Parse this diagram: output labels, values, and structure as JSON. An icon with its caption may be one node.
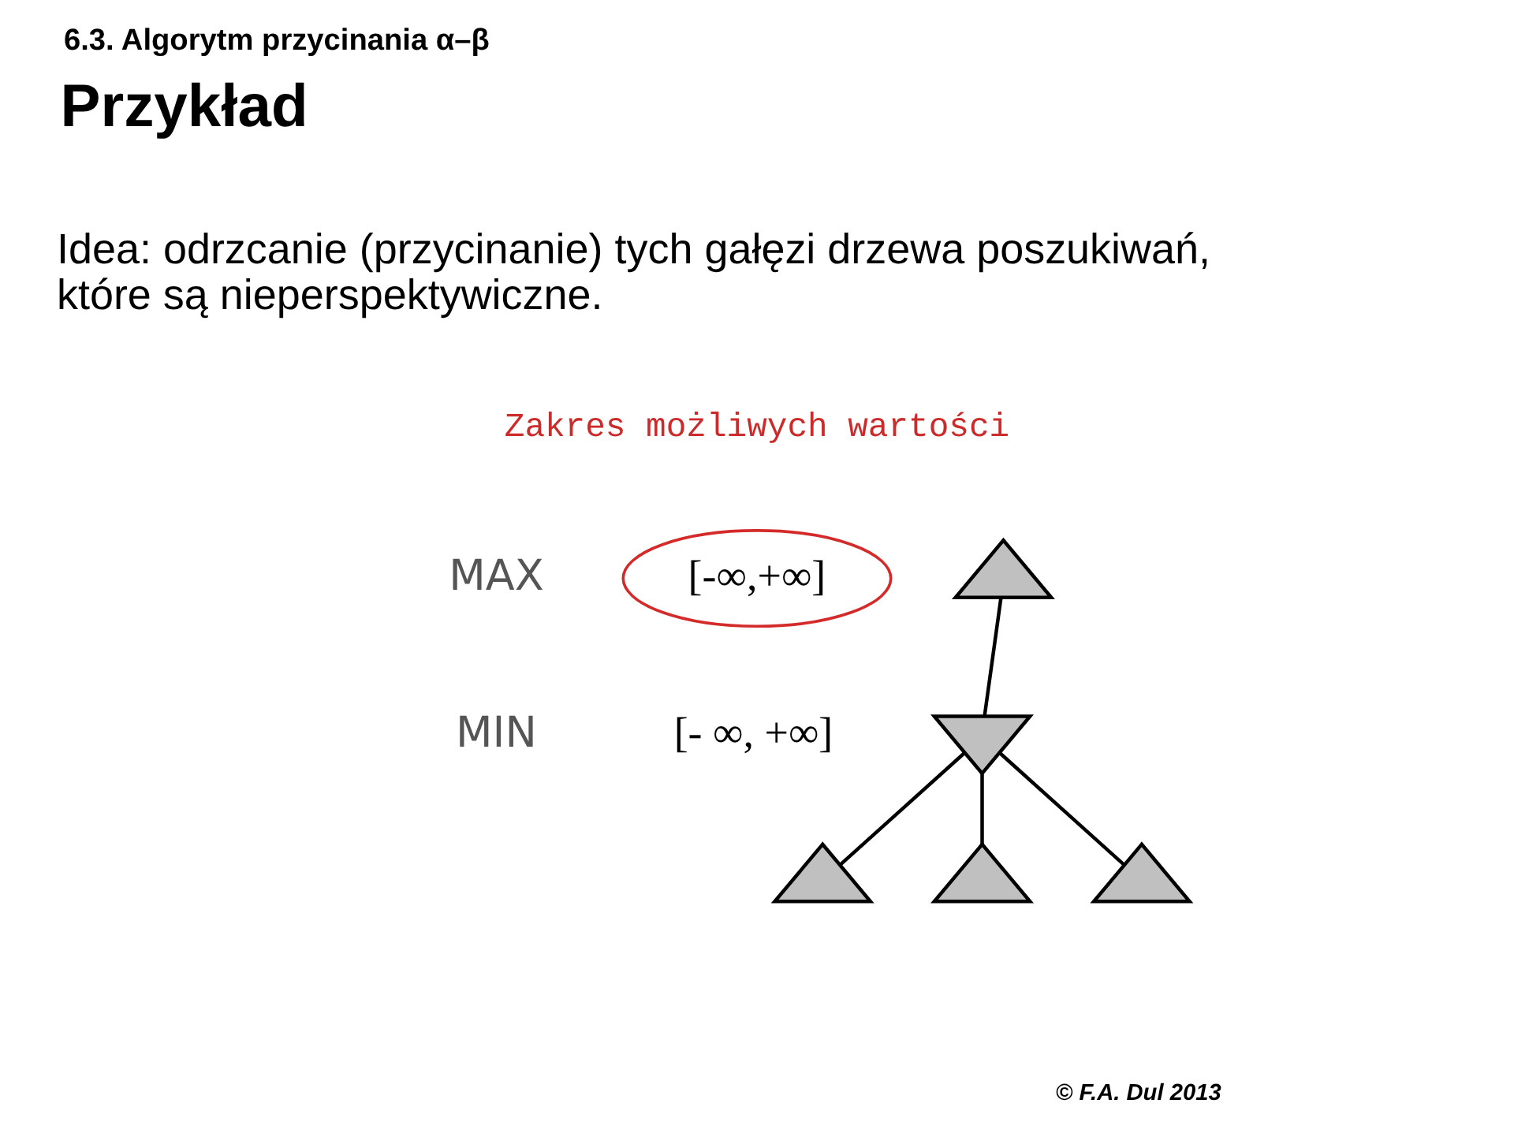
{
  "diagram": {
    "title": "6.3. Algorytm przycinania α–β",
    "nodes": [
      {
        "text": [
          "[-∞,+∞]"
        ]
      },
      {
        "text": [],
        "shape": "triangle"
      },
      {
        "text": [],
        "shape": "triangle",
        "beside": [
          "[- ∞, +∞]"
        ]
      },
      {
        "text": [],
        "shape": "triangle"
      },
      {
        "text": [],
        "shape": "triangle"
      },
      {
        "text": [],
        "shape": "triangle"
      }
    ],
    "edges": [
      {
        "from": 1,
        "to": 2,
        "arrow": "none"
      },
      {
        "from": 2,
        "to": 3,
        "arrow": "none"
      },
      {
        "from": 2,
        "to": 4,
        "arrow": "none"
      },
      {
        "from": 2,
        "to": 5,
        "arrow": "none"
      }
    ],
    "labels": [
      "Przykład",
      "Idea: odrzcanie (przycinanie) tych gałęzi drzewa poszukiwań, które są nieperspektywiczne.",
      "Zakres możliwych wartości",
      "MAX",
      "MIN",
      "© F.A. Dul 2013"
    ]
  }
}
